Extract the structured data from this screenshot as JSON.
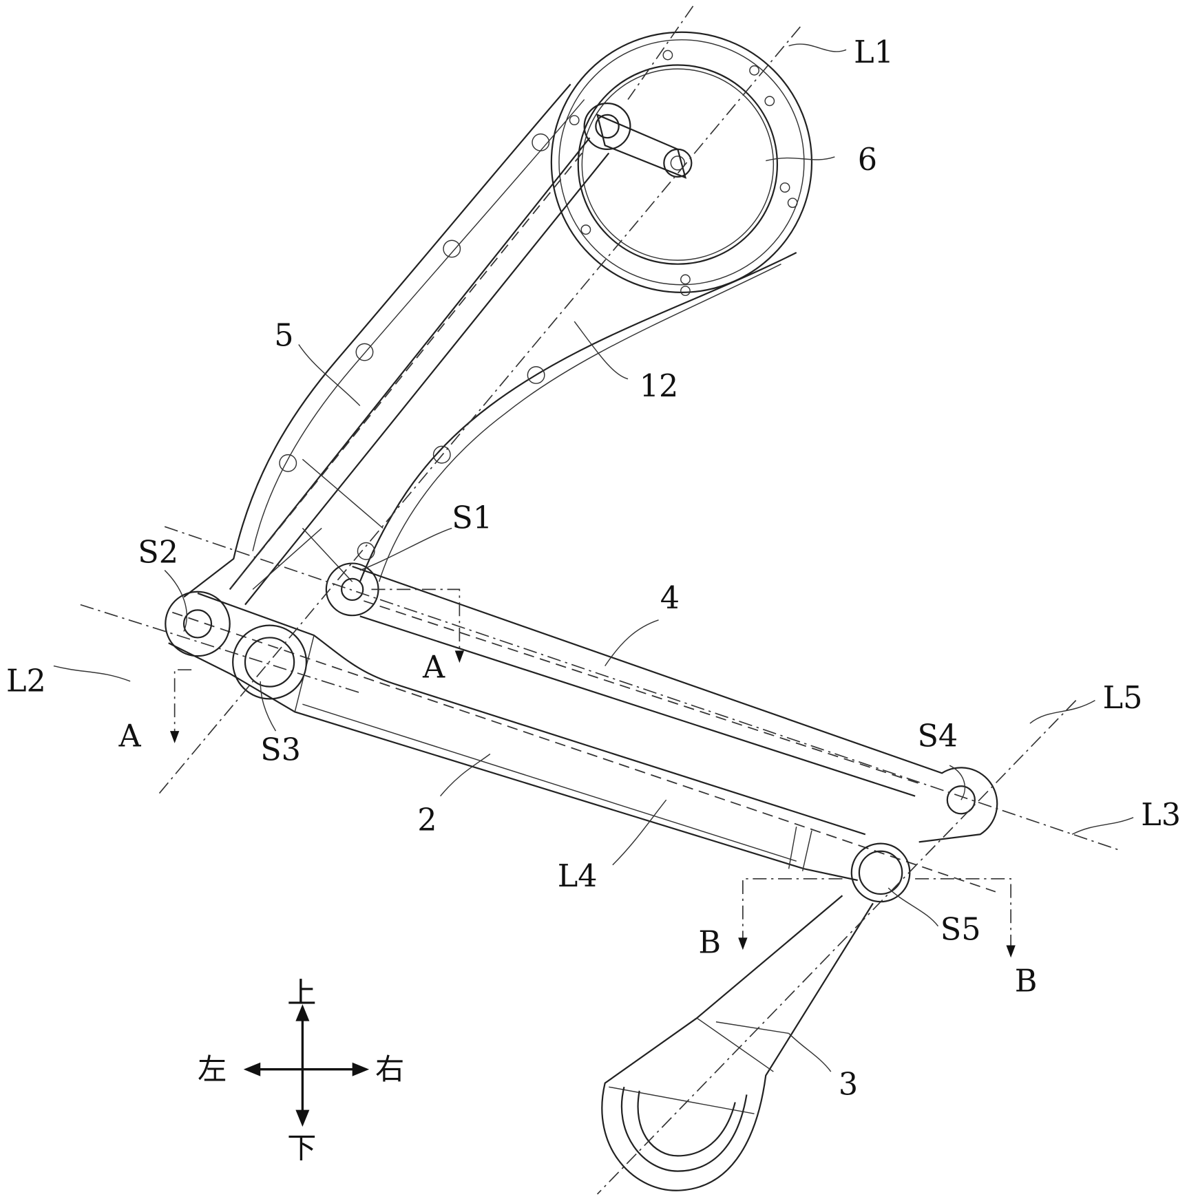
{
  "figure": {
    "labels": {
      "L1": "L1",
      "L2": "L2",
      "L3": "L3",
      "L4": "L4",
      "L5": "L5",
      "S1": "S1",
      "S2": "S2",
      "S3": "S3",
      "S4": "S4",
      "S5": "S5",
      "part6": "6",
      "part5": "5",
      "part12": "12",
      "part4": "4",
      "part2": "2",
      "part3": "3",
      "sectionA_top": "A",
      "sectionA_left": "A",
      "sectionB_left": "B",
      "sectionB_right": "B"
    },
    "compass": {
      "up": "上",
      "down": "下",
      "left": "左",
      "right": "右"
    }
  }
}
